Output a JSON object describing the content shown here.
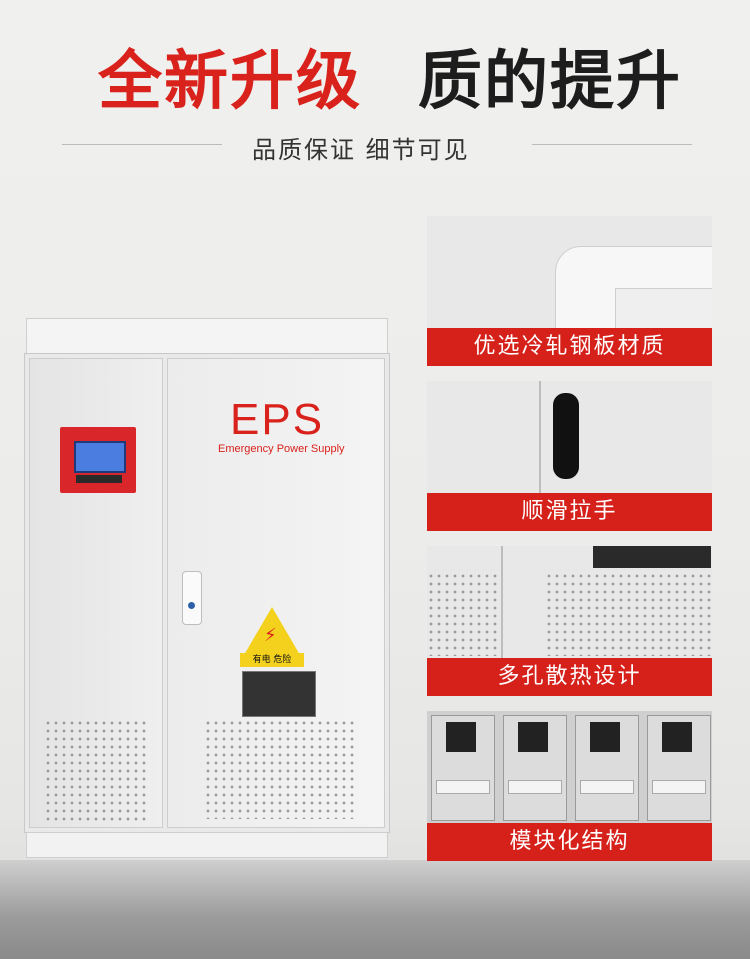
{
  "headline": {
    "red_text": "全新升级",
    "dark_text": "质的提升"
  },
  "subtitle": "品质保证  细节可见",
  "product": {
    "brand": "EPS",
    "brand_sub": "Emergency Power Supply",
    "warning_label": "有电  危险"
  },
  "features": [
    {
      "caption": "优选冷轧钢板材质"
    },
    {
      "caption": "顺滑拉手"
    },
    {
      "caption": "多孔散热设计"
    },
    {
      "caption": "模块化结构"
    }
  ],
  "colors": {
    "accent_red": "#d6211b",
    "text_dark": "#1d1d1d",
    "warning_yellow": "#f3d11d"
  }
}
